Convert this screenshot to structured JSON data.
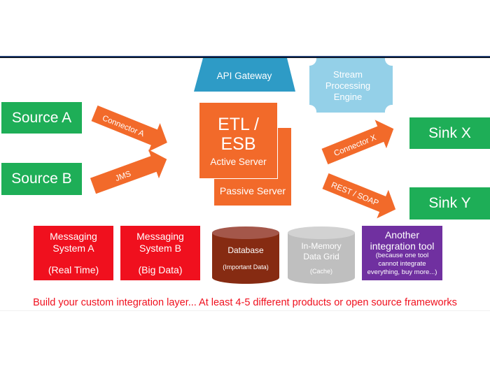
{
  "colors": {
    "source_sink_green": "#1eae57",
    "etl_orange": "#f26a2a",
    "arrow_orange": "#f26a2a",
    "api_gateway_blue": "#2e9bc6",
    "stream_engine_lightblue": "#94d0e8",
    "messaging_red": "#f0101e",
    "database_brown": "#862b12",
    "data_grid_gray": "#bfbfbf",
    "integration_tool_purple": "#7030a0",
    "footer_text_red": "#f0101e"
  },
  "top": {
    "api_gateway": "API Gateway",
    "stream_engine": [
      "Stream",
      "Processing",
      "Engine"
    ]
  },
  "sources": [
    {
      "label": "Source A"
    },
    {
      "label": "Source B"
    }
  ],
  "sinks": [
    {
      "label": "Sink X"
    },
    {
      "label": "Sink Y"
    }
  ],
  "connectors": {
    "connector_a": "Connector A",
    "jms": "JMS",
    "connector_x": "Connector X",
    "rest_soap": "REST / SOAP"
  },
  "etl": {
    "title_line1": "ETL /",
    "title_line2": "ESB",
    "active": "Active Server",
    "passive": "Passive Server"
  },
  "bottom": {
    "messaging_a": {
      "line1": "Messaging",
      "line2": "System A",
      "note": "(Real Time)"
    },
    "messaging_b": {
      "line1": "Messaging",
      "line2": "System B",
      "note": "(Big Data)"
    },
    "database": {
      "label": "Database",
      "note": "(Important Data)"
    },
    "data_grid": {
      "line1": "In-Memory",
      "line2": "Data Grid",
      "note": "(Cache)"
    },
    "integration_tool": {
      "line1": "Another",
      "line2": "integration tool",
      "note1": "(because one tool",
      "note2": "cannot integrate",
      "note3": "everything, buy more...)"
    }
  },
  "footer": "Build your custom integration layer... At least 4-5 different products or open source frameworks"
}
